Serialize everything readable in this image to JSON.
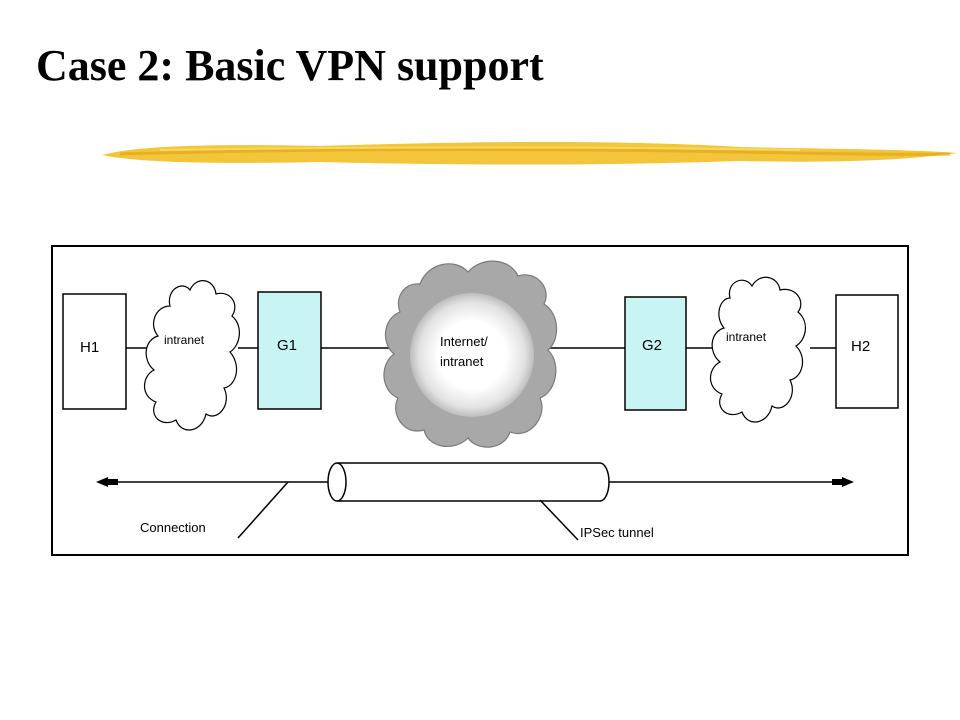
{
  "slide": {
    "title": "Case 2: Basic VPN support"
  },
  "colors": {
    "underline": "#f2c230",
    "gateway_fill": "#c8f4f4",
    "internet_cloud": "#a8a8a8",
    "internet_core": "#ffffff",
    "stroke": "#000000"
  },
  "diagram": {
    "host_left": "H1",
    "intranet_left": "intranet",
    "gateway_left": "G1",
    "internet_line1": "Internet/",
    "internet_line2": "intranet",
    "gateway_right": "G2",
    "intranet_right": "intranet",
    "host_right": "H2",
    "connection_label": "Connection",
    "tunnel_label": "IPSec tunnel"
  },
  "icons": {
    "cloud": "cloud-icon",
    "tunnel": "cylinder-tunnel-icon",
    "arrow": "arrow-icon"
  }
}
